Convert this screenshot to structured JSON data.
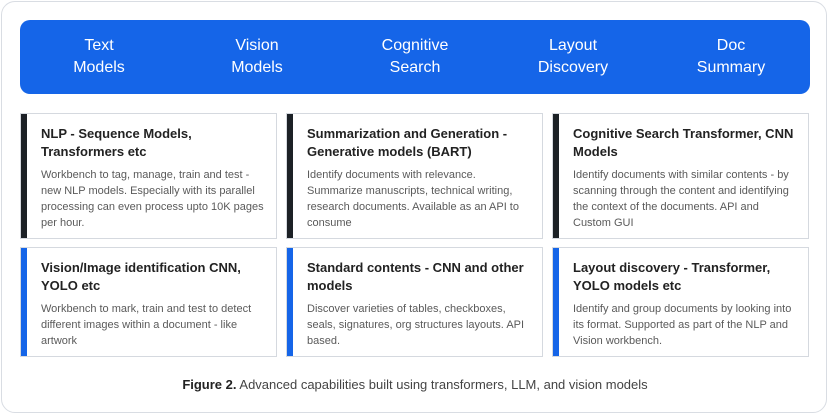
{
  "colors": {
    "accent": "#1565e8",
    "dark_bar": "#1c2126",
    "blue_bar": "#1565e8"
  },
  "banner": {
    "tabs": [
      "Text\nModels",
      "Vision\nModels",
      "Cognitive\nSearch",
      "Layout\nDiscovery",
      "Doc\nSummary"
    ]
  },
  "cards": [
    {
      "title": "NLP - Sequence Models, Transformers etc",
      "desc": "Workbench to tag, manage, train and test - new NLP models. Especially with its parallel processing can even process upto 10K pages per hour."
    },
    {
      "title": "Summarization and Generation - Generative models (BART)",
      "desc": "Identify documents with relevance. Summarize manuscripts, technical writing, research documents. Available as an API to consume"
    },
    {
      "title": "Cognitive Search Transformer, CNN Models",
      "desc": "Identify documents with similar contents - by scanning through the content and identifying the context of the documents. API and Custom GUI"
    },
    {
      "title": "Vision/Image identification CNN, YOLO etc",
      "desc": "Workbench to mark, train and test to detect different images within a document - like artwork"
    },
    {
      "title": "Standard contents - CNN and other models",
      "desc": "Discover varieties of tables, checkboxes, seals, signatures, org structures layouts. API based."
    },
    {
      "title": "Layout discovery - Transformer, YOLO models etc",
      "desc": "Identify and group documents by looking into its format. Supported as part of the NLP and Vision workbench."
    }
  ],
  "caption": {
    "label": "Figure 2.",
    "text": " Advanced capabilities built using transformers, LLM, and vision models"
  }
}
